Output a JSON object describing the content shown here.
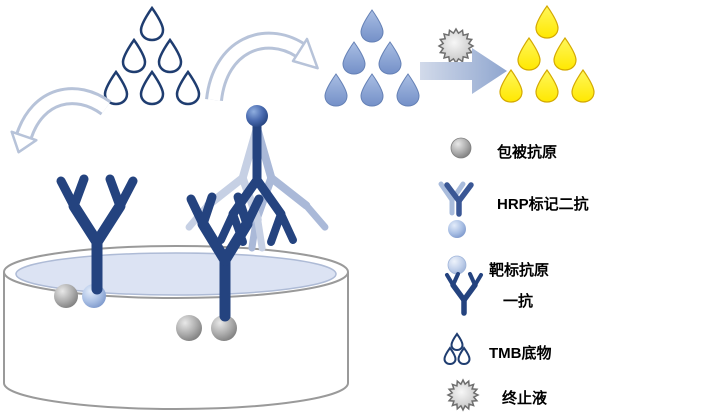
{
  "legend": {
    "items": [
      {
        "id": "coating-antigen",
        "label": "包被抗原",
        "icon": "gray-sphere-icon",
        "color": "#9E9E9E"
      },
      {
        "id": "hrp-secondary-antibody",
        "label": "HRP标记二抗",
        "icon": "antibody-with-sphere-icon",
        "color": "#3A5795"
      },
      {
        "id": "target-antigen",
        "label": "靶标抗原",
        "icon": "blue-sphere-icon",
        "color": "#AFC2E2"
      },
      {
        "id": "primary-antibody",
        "label": "一抗",
        "icon": "navy-antibody-icon",
        "color": "#24437F"
      },
      {
        "id": "tmb-substrate",
        "label": "TMB底物",
        "icon": "droplets-outline-icon",
        "color": "#1F3D70"
      },
      {
        "id": "stop-solution",
        "label": "终止液",
        "icon": "starburst-icon",
        "color": "#D9D9D9"
      }
    ]
  },
  "colors": {
    "navy": "#24437F",
    "steel_blue": "#7E99CC",
    "pale_blue": "#C6D0E4",
    "droplet_outline": "#1F3D70",
    "yellow": "#FFEE33",
    "gray_sphere": "#BFBFBF",
    "liquid": "#DCE3F3",
    "arrow": "#B7C3D9"
  }
}
